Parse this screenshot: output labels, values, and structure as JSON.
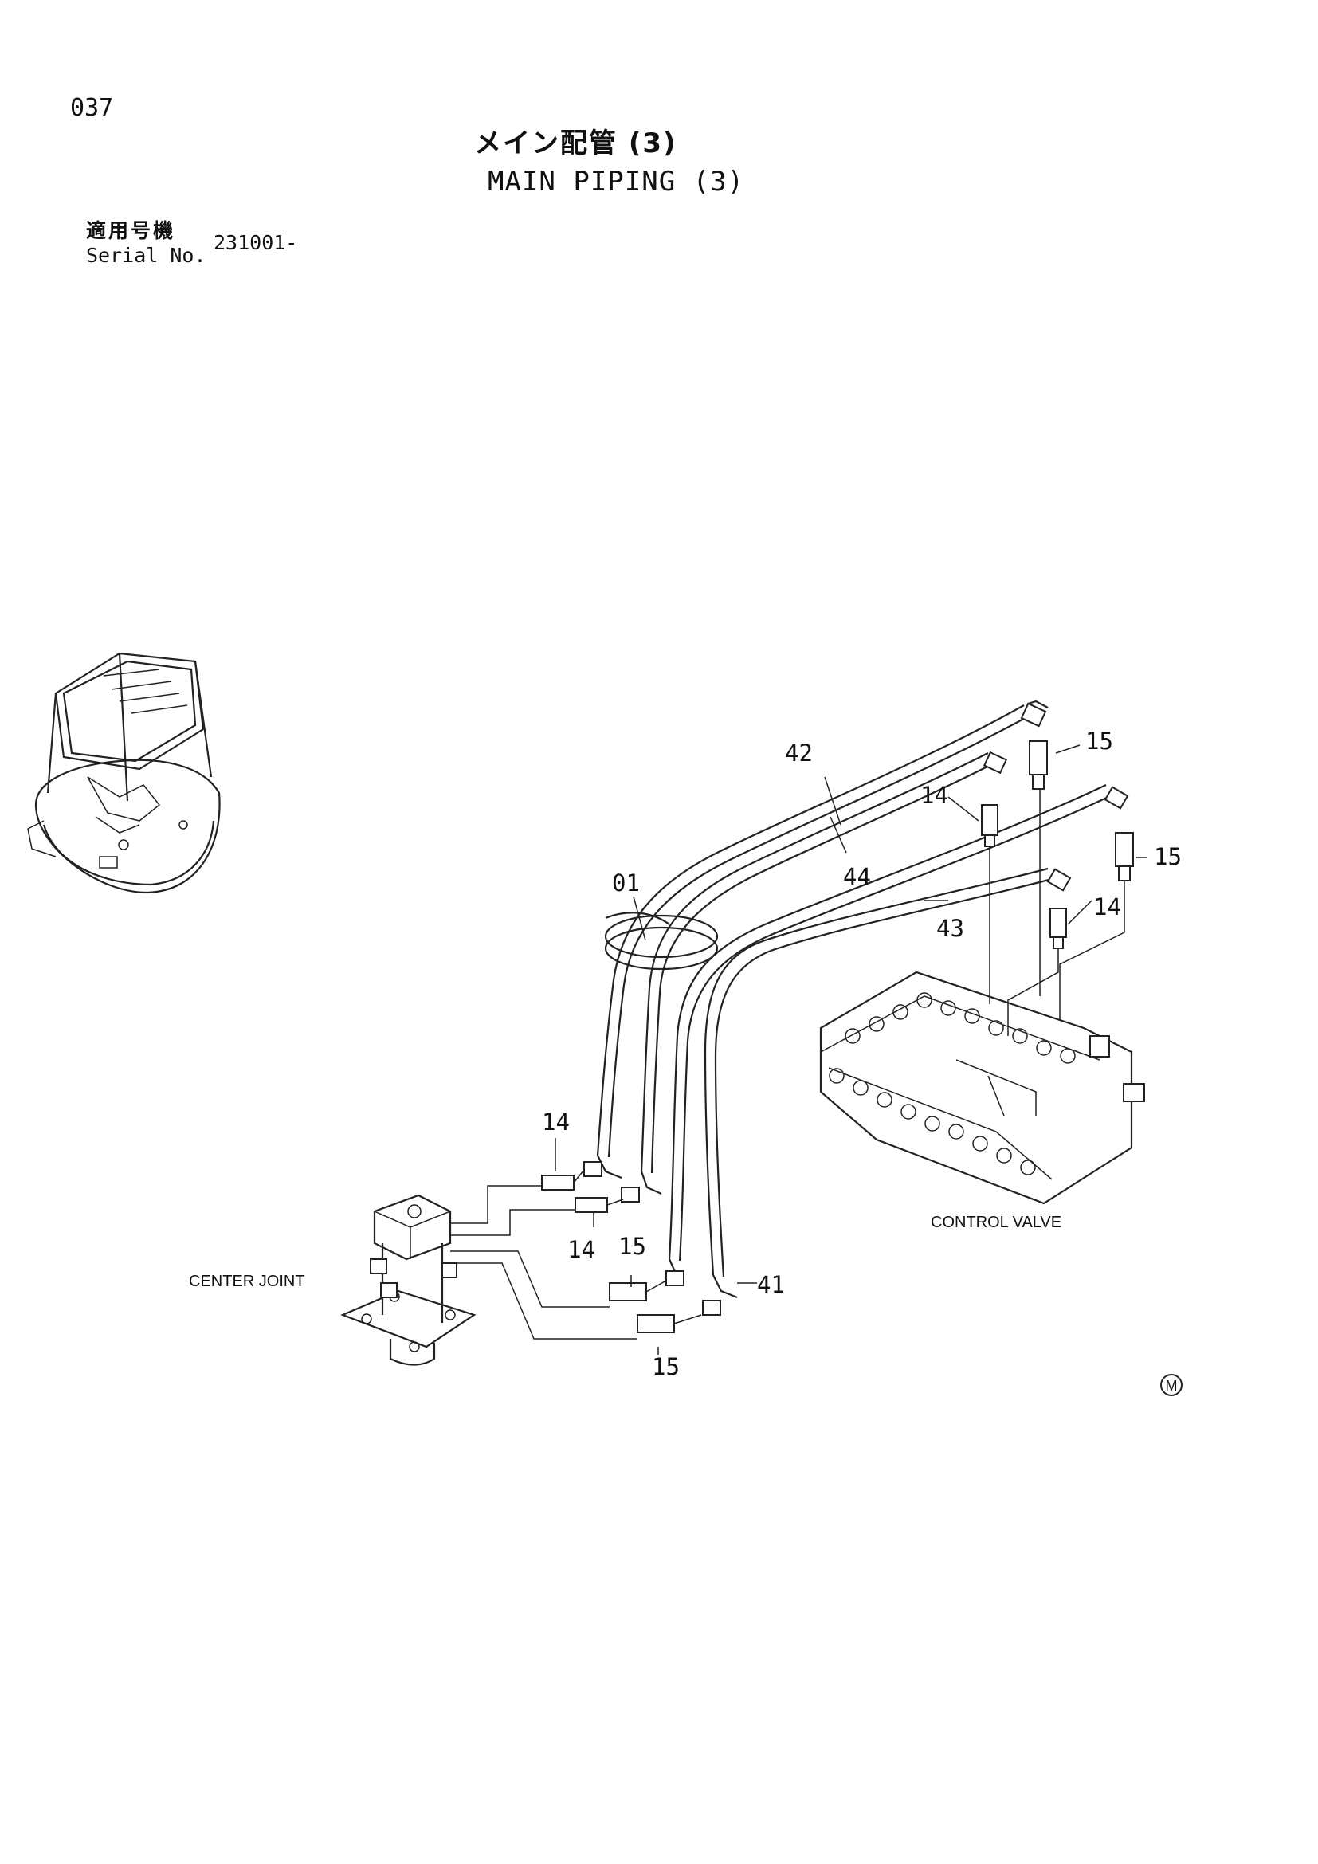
{
  "header": {
    "page_number": "037",
    "title_ja": "メイン配管 (3)",
    "title_en": "MAIN PIPING (3)",
    "serial_label_ja": "適用号機",
    "serial_label_en": "Serial No.",
    "serial_value": "231001-"
  },
  "components": {
    "center_joint": "CENTER JOINT",
    "control_valve": "CONTROL VALVE"
  },
  "callouts": {
    "c01": "01",
    "c41": "41",
    "c42": "42",
    "c43": "43",
    "c44": "44",
    "c14a": "14",
    "c14b": "14",
    "c14c": "14",
    "c14d": "14",
    "c15a": "15",
    "c15b": "15",
    "c15c": "15",
    "c15d": "15"
  },
  "mark": "M"
}
